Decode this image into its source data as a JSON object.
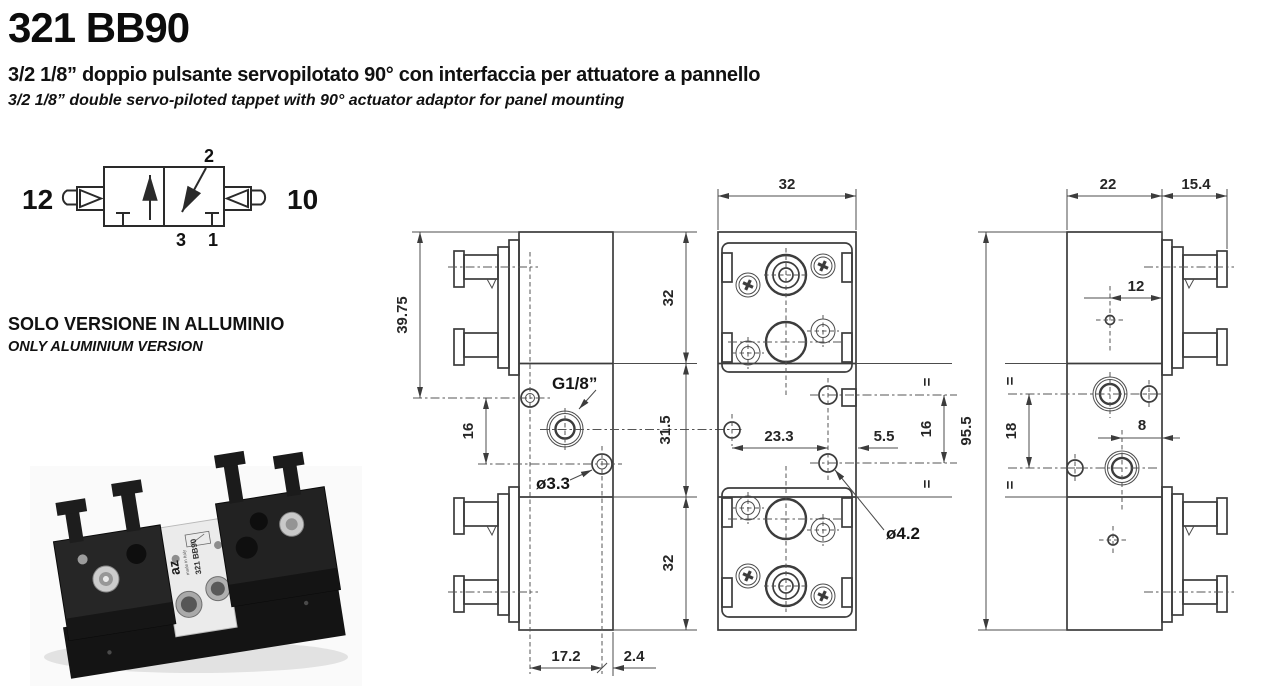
{
  "header": {
    "title": "321 BB90",
    "subtitle_it": "3/2 1/8” doppio pulsante servopilotato 90° con interfaccia per attuatore a pannello",
    "subtitle_en": "3/2 1/8” double servo-piloted tappet with 90° actuator adaptor for panel mounting"
  },
  "note": {
    "it": "SOLO VERSIONE IN ALLUMINIO",
    "en": "ONLY ALUMINIUM VERSION"
  },
  "symbol": {
    "left_pilot": "12",
    "right_pilot": "10",
    "top_port": "2",
    "bottom_left_port": "3",
    "bottom_right_port": "1"
  },
  "side_view": {
    "dim_height_top": "39.75",
    "dim_hole_offset": "16",
    "thread_label": "G1/8”",
    "hole_label": "ø3.3",
    "dim_sec_top": "32",
    "dim_sec_mid": "31.5",
    "dim_sec_bot": "32",
    "dim_width": "17.2",
    "dim_edge": "2.4"
  },
  "front_view": {
    "dim_width": "32",
    "dim_hole_span": "23.3",
    "dim_hole_edge": "5.5",
    "dim_hole_pitch": "16",
    "eq_top": "=",
    "eq_bot": "=",
    "hole_label": "ø4.2"
  },
  "end_view": {
    "dim_body": "22",
    "dim_tappet": "15.4",
    "dim_hole_edge": "12",
    "dim_total_height": "95.5",
    "dim_port_pitch": "18",
    "dim_port_edge": "8",
    "eq_top": "=",
    "eq_bot": "="
  },
  "photo": {
    "model_marking": "321 BB90",
    "logo": "az",
    "origin_marking": "made in Italy"
  },
  "colors": {
    "ink": "#1a1a1a",
    "drawing_line": "#3c3c3c",
    "photo_black": "#1d1d1d",
    "photo_body": "#ebebeb"
  }
}
